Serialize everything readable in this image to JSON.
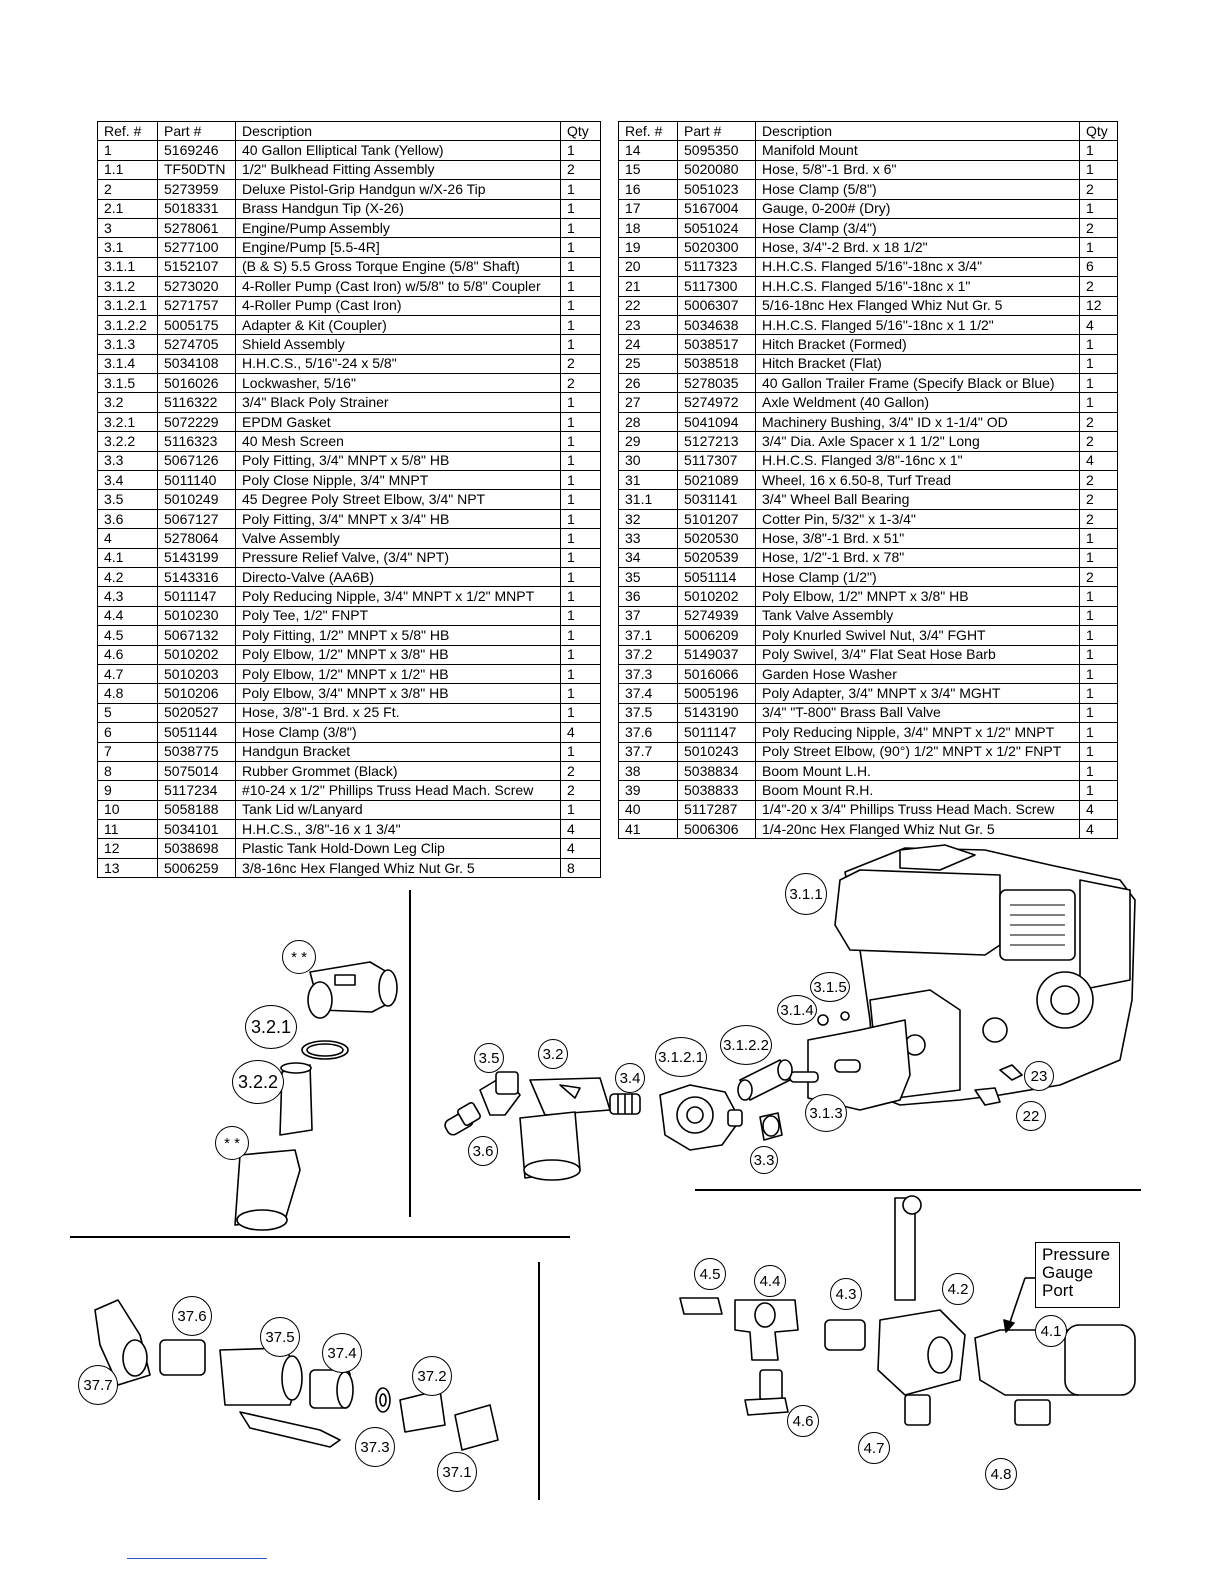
{
  "columns": [
    "Ref. #",
    "Part #",
    "Description",
    "Qty"
  ],
  "left_table": [
    [
      "1",
      "5169246",
      "40 Gallon Elliptical Tank (Yellow)",
      "1"
    ],
    [
      "1.1",
      "TF50DTN",
      "1/2\" Bulkhead Fitting Assembly",
      "2"
    ],
    [
      "2",
      "5273959",
      "Deluxe Pistol-Grip Handgun w/X-26 Tip",
      "1"
    ],
    [
      "2.1",
      "5018331",
      "Brass Handgun Tip (X-26)",
      "1"
    ],
    [
      "3",
      "5278061",
      "Engine/Pump Assembly",
      "1"
    ],
    [
      "3.1",
      "5277100",
      "Engine/Pump [5.5-4R]",
      "1"
    ],
    [
      "3.1.1",
      "5152107",
      "(B & S) 5.5 Gross Torque Engine (5/8\" Shaft)",
      "1"
    ],
    [
      "3.1.2",
      "5273020",
      "4-Roller Pump (Cast Iron) w/5/8\" to 5/8\" Coupler",
      "1"
    ],
    [
      "3.1.2.1",
      "5271757",
      "4-Roller Pump (Cast Iron)",
      "1"
    ],
    [
      "3.1.2.2",
      "5005175",
      "Adapter & Kit (Coupler)",
      "1"
    ],
    [
      "3.1.3",
      "5274705",
      "Shield Assembly",
      "1"
    ],
    [
      "3.1.4",
      "5034108",
      "H.H.C.S., 5/16\"-24 x 5/8\"",
      "2"
    ],
    [
      "3.1.5",
      "5016026",
      "Lockwasher, 5/16\"",
      "2"
    ],
    [
      "3.2",
      "5116322",
      "3/4\" Black Poly Strainer",
      "1"
    ],
    [
      "3.2.1",
      "5072229",
      "EPDM Gasket",
      "1"
    ],
    [
      "3.2.2",
      "5116323",
      "40 Mesh Screen",
      "1"
    ],
    [
      "3.3",
      "5067126",
      "Poly Fitting, 3/4\" MNPT x 5/8\" HB",
      "1"
    ],
    [
      "3.4",
      "5011140",
      "Poly Close Nipple, 3/4\" MNPT",
      "1"
    ],
    [
      "3.5",
      "5010249",
      "45 Degree Poly Street Elbow, 3/4\" NPT",
      "1"
    ],
    [
      "3.6",
      "5067127",
      "Poly Fitting, 3/4\" MNPT x 3/4\" HB",
      "1"
    ],
    [
      "4",
      "5278064",
      "Valve Assembly",
      "1"
    ],
    [
      "4.1",
      "5143199",
      "Pressure Relief Valve, (3/4\" NPT)",
      "1"
    ],
    [
      "4.2",
      "5143316",
      "Directo-Valve (AA6B)",
      "1"
    ],
    [
      "4.3",
      "5011147",
      "Poly Reducing Nipple, 3/4\" MNPT x 1/2\" MNPT",
      "1"
    ],
    [
      "4.4",
      "5010230",
      "Poly Tee, 1/2\" FNPT",
      "1"
    ],
    [
      "4.5",
      "5067132",
      "Poly Fitting, 1/2\" MNPT x 5/8\" HB",
      "1"
    ],
    [
      "4.6",
      "5010202",
      "Poly Elbow, 1/2\" MNPT x 3/8\" HB",
      "1"
    ],
    [
      "4.7",
      "5010203",
      "Poly Elbow, 1/2\" MNPT x 1/2\" HB",
      "1"
    ],
    [
      "4.8",
      "5010206",
      "Poly Elbow, 3/4\" MNPT x 3/8\" HB",
      "1"
    ],
    [
      "5",
      "5020527",
      "Hose, 3/8\"-1 Brd. x 25 Ft.",
      "1"
    ],
    [
      "6",
      "5051144",
      "Hose Clamp (3/8\")",
      "4"
    ],
    [
      "7",
      "5038775",
      "Handgun Bracket",
      "1"
    ],
    [
      "8",
      "5075014",
      "Rubber Grommet (Black)",
      "2"
    ],
    [
      "9",
      "5117234",
      "#10-24 x 1/2\" Phillips Truss Head Mach. Screw",
      "2"
    ],
    [
      "10",
      "5058188",
      "Tank Lid w/Lanyard",
      "1"
    ],
    [
      "11",
      "5034101",
      "H.H.C.S., 3/8\"-16 x 1 3/4\"",
      "4"
    ],
    [
      "12",
      "5038698",
      "Plastic Tank Hold-Down Leg Clip",
      "4"
    ],
    [
      "13",
      "5006259",
      "3/8-16nc Hex Flanged Whiz Nut Gr. 5",
      "8"
    ]
  ],
  "right_table": [
    [
      "14",
      "5095350",
      "Manifold Mount",
      "1"
    ],
    [
      "15",
      "5020080",
      "Hose, 5/8\"-1 Brd. x 6\"",
      "1"
    ],
    [
      "16",
      "5051023",
      "Hose Clamp (5/8\")",
      "2"
    ],
    [
      "17",
      "5167004",
      "Gauge, 0-200# (Dry)",
      "1"
    ],
    [
      "18",
      "5051024",
      "Hose Clamp (3/4\")",
      "2"
    ],
    [
      "19",
      "5020300",
      "Hose, 3/4\"-2 Brd. x 18 1/2\"",
      "1"
    ],
    [
      "20",
      "5117323",
      "H.H.C.S. Flanged 5/16\"-18nc x 3/4\"",
      "6"
    ],
    [
      "21",
      "5117300",
      "H.H.C.S. Flanged 5/16\"-18nc x 1\"",
      "2"
    ],
    [
      "22",
      "5006307",
      "5/16-18nc Hex Flanged Whiz Nut Gr. 5",
      "12"
    ],
    [
      "23",
      "5034638",
      "H.H.C.S. Flanged 5/16\"-18nc x 1 1/2\"",
      "4"
    ],
    [
      "24",
      "5038517",
      "Hitch Bracket (Formed)",
      "1"
    ],
    [
      "25",
      "5038518",
      "Hitch Bracket (Flat)",
      "1"
    ],
    [
      "26",
      "5278035",
      "40 Gallon Trailer Frame (Specify Black or Blue)",
      "1"
    ],
    [
      "27",
      "5274972",
      "Axle Weldment (40 Gallon)",
      "1"
    ],
    [
      "28",
      "5041094",
      "Machinery Bushing, 3/4\" ID x 1-1/4\" OD",
      "2"
    ],
    [
      "29",
      "5127213",
      "3/4\" Dia. Axle Spacer x 1 1/2\" Long",
      "2"
    ],
    [
      "30",
      "5117307",
      "H.H.C.S. Flanged 3/8\"-16nc x 1\"",
      "4"
    ],
    [
      "31",
      "5021089",
      "Wheel, 16 x 6.50-8, Turf Tread",
      "2"
    ],
    [
      "31.1",
      "5031141",
      "3/4\" Wheel Ball Bearing",
      "2"
    ],
    [
      "32",
      "5101207",
      "Cotter Pin, 5/32\" x 1-3/4\"",
      "2"
    ],
    [
      "33",
      "5020530",
      "Hose, 3/8\"-1 Brd. x 51\"",
      "1"
    ],
    [
      "34",
      "5020539",
      "Hose, 1/2\"-1 Brd. x 78\"",
      "1"
    ],
    [
      "35",
      "5051114",
      "Hose Clamp (1/2\")",
      "2"
    ],
    [
      "36",
      "5010202",
      "Poly Elbow, 1/2\" MNPT x 3/8\" HB",
      "1"
    ],
    [
      "37",
      "5274939",
      "Tank Valve Assembly",
      "1"
    ],
    [
      "37.1",
      "5006209",
      "Poly Knurled Swivel Nut, 3/4\" FGHT",
      "1"
    ],
    [
      "37.2",
      "5149037",
      "Poly Swivel, 3/4\" Flat Seat Hose Barb",
      "1"
    ],
    [
      "37.3",
      "5016066",
      "Garden Hose Washer",
      "1"
    ],
    [
      "37.4",
      "5005196",
      "Poly Adapter, 3/4\" MNPT x 3/4\" MGHT",
      "1"
    ],
    [
      "37.5",
      "5143190",
      "3/4\" \"T-800\" Brass Ball Valve",
      "1"
    ],
    [
      "37.6",
      "5011147",
      "Poly Reducing Nipple, 3/4\" MNPT x 1/2\" MNPT",
      "1"
    ],
    [
      "37.7",
      "5010243",
      "Poly Street Elbow, (90°) 1/2\" MNPT x 1/2\" FNPT",
      "1"
    ],
    [
      "38",
      "5038834",
      "Boom Mount L.H.",
      "1"
    ],
    [
      "39",
      "5038833",
      "Boom Mount R.H.",
      "1"
    ],
    [
      "40",
      "5117287",
      "1/4\"-20 x 3/4\" Phillips Truss Head Mach. Screw",
      "4"
    ],
    [
      "41",
      "5006306",
      "1/4-20nc Hex Flanged Whiz Nut Gr. 5",
      "4"
    ]
  ],
  "callouts": {
    "c_311": "3.1.1",
    "c_315": "3.1.5",
    "c_314": "3.1.4",
    "c_3122": "3.1.2.2",
    "c_3121": "3.1.2.1",
    "c_32": "3.2",
    "c_35": "3.5",
    "c_34": "3.4",
    "c_36": "3.6",
    "c_33": "3.3",
    "c_313": "3.1.3",
    "c_23": "23",
    "c_22": "22",
    "c_ss1": "* *",
    "c_321": "3.2.1",
    "c_322": "3.2.2",
    "c_ss2": "* *",
    "c_376": "37.6",
    "c_375": "37.5",
    "c_374": "37.4",
    "c_377": "37.7",
    "c_372": "37.2",
    "c_373": "37.3",
    "c_371": "37.1",
    "c_45": "4.5",
    "c_44": "4.4",
    "c_43": "4.3",
    "c_42": "4.2",
    "c_41": "4.1",
    "c_46": "4.6",
    "c_47": "4.7",
    "c_48": "4.8"
  },
  "pressure_gauge_label": [
    "Pressure",
    "Gauge",
    "Port"
  ]
}
